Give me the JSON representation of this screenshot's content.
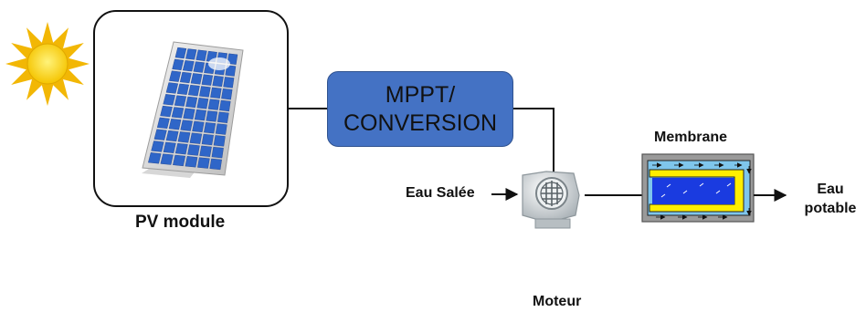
{
  "pv_module": {
    "label": "PV module"
  },
  "mppt": {
    "line1": "MPPT/",
    "line2": "CONVERSION"
  },
  "inlet": {
    "label": "Eau Salée"
  },
  "membrane": {
    "label": "Membrane"
  },
  "outlet": {
    "label_line1": "Eau",
    "label_line2": "potable"
  },
  "motor": {
    "label": "Moteur"
  },
  "colors": {
    "sun": "#ffd21a",
    "sun_ray": "#f2b705",
    "mppt_fill": "#4472c4",
    "panel_cell": "#2f66c8",
    "membrane_inner": "#1a3be0",
    "membrane_yellow": "#ffee00",
    "membrane_outer": "#7fc6ec",
    "membrane_frame": "#9a9a9a"
  }
}
